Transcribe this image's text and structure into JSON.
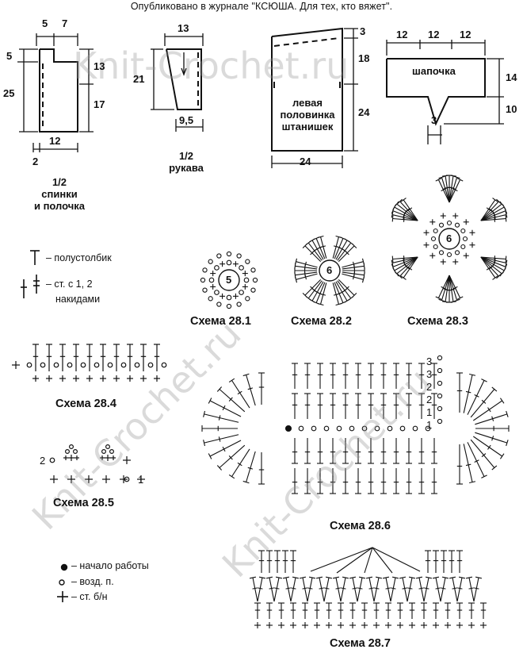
{
  "header": "Опубликовано в журнале \"КСЮША. Для тех, кто вяжет\".",
  "watermark": "Knit-Crochet.ru",
  "patterns": {
    "back": {
      "label_line1": "1/2",
      "label_line2": "спинки",
      "label_line3": "и полочка",
      "dims": [
        "5",
        "7",
        "5",
        "25",
        "13",
        "17",
        "12",
        "2"
      ]
    },
    "sleeve": {
      "label_line1": "1/2",
      "label_line2": "рукава",
      "dims": [
        "13",
        "21",
        "9,5"
      ]
    },
    "pants": {
      "label_line1": "левая",
      "label_line2": "половинка",
      "label_line3": "штанишек",
      "dims": [
        "3",
        "18",
        "24",
        "24"
      ]
    },
    "hat": {
      "label": "шапочка",
      "dims": [
        "12",
        "12",
        "12",
        "14",
        "10",
        "3"
      ]
    }
  },
  "legend_top": {
    "half_dc": "– полустолбик",
    "dc_line1": "– ст. с 1, 2",
    "dc_line2": "накидами"
  },
  "legend_bottom": {
    "start": "– начало работы",
    "chain": "– возд. п.",
    "sc": "– ст. б/н"
  },
  "schemes": {
    "s281": "Схема 28.1",
    "s282": "Схема 28.2",
    "s283": "Схема 28.3",
    "s284": "Схема 28.4",
    "s285": "Схема 28.5",
    "s286": "Схема 28.6",
    "s287": "Схема 28.7",
    "center_5": "5",
    "center_6a": "6",
    "center_6b": "6",
    "s285_row2": "2",
    "s285_row1": "1",
    "s286_rows": [
      "3",
      "3",
      "2",
      "2",
      "1",
      "1"
    ]
  }
}
